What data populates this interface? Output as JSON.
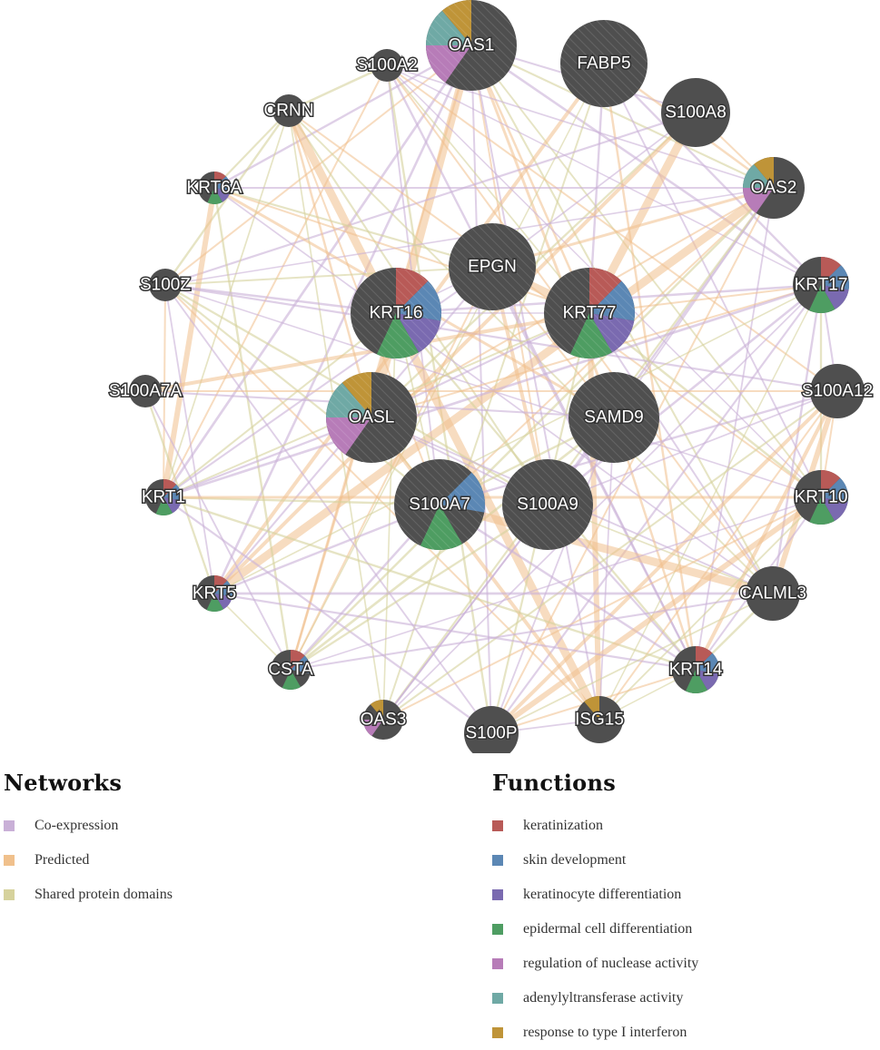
{
  "colors": {
    "node": "#4f4f4f",
    "keratinization": "#b85a57",
    "skin_development": "#5b87b4",
    "keratinocyte_differentiation": "#7a6ab0",
    "epidermal_cell_differentiation": "#4e9d62",
    "regulation_of_nuclease_activity": "#b77cb8",
    "adenylyltransferase_activity": "#6fa9a5",
    "response_to_type_I_interferon": "#bf9438",
    "coexpression": "#c9b0d7",
    "predicted": "#f0c08c",
    "shared_protein_domains": "#d6d29c"
  },
  "network": {
    "nodes": [
      {
        "id": "OAS1",
        "label": "OAS1",
        "functions": [
          "adenylyltransferase_activity",
          "response_to_type_I_interferon",
          "regulation_of_nuclease_activity"
        ]
      },
      {
        "id": "FABP5",
        "label": "FABP5",
        "functions": []
      },
      {
        "id": "S100A2",
        "label": "S100A2",
        "functions": []
      },
      {
        "id": "S100A8",
        "label": "S100A8",
        "functions": []
      },
      {
        "id": "CRNN",
        "label": "CRNN",
        "functions": []
      },
      {
        "id": "OAS2",
        "label": "OAS2",
        "functions": [
          "adenylyltransferase_activity",
          "response_to_type_I_interferon",
          "regulation_of_nuclease_activity"
        ]
      },
      {
        "id": "KRT6A",
        "label": "KRT6A",
        "functions": [
          "keratinization",
          "skin_development",
          "epidermal_cell_differentiation",
          "keratinocyte_differentiation"
        ]
      },
      {
        "id": "EPGN",
        "label": "EPGN",
        "functions": []
      },
      {
        "id": "S100Z",
        "label": "S100Z",
        "functions": []
      },
      {
        "id": "KRT16",
        "label": "KRT16",
        "functions": [
          "keratinization",
          "skin_development",
          "keratinocyte_differentiation",
          "epidermal_cell_differentiation"
        ]
      },
      {
        "id": "KRT77",
        "label": "KRT77",
        "functions": [
          "keratinization",
          "skin_development",
          "keratinocyte_differentiation",
          "epidermal_cell_differentiation"
        ]
      },
      {
        "id": "KRT17",
        "label": "KRT17",
        "functions": [
          "keratinization",
          "skin_development",
          "keratinocyte_differentiation",
          "epidermal_cell_differentiation"
        ]
      },
      {
        "id": "S100A7A",
        "label": "S100A7A",
        "functions": []
      },
      {
        "id": "OASL",
        "label": "OASL",
        "functions": [
          "adenylyltransferase_activity",
          "response_to_type_I_interferon",
          "regulation_of_nuclease_activity"
        ]
      },
      {
        "id": "SAMD9",
        "label": "SAMD9",
        "functions": []
      },
      {
        "id": "S100A12",
        "label": "S100A12",
        "functions": []
      },
      {
        "id": "KRT1",
        "label": "KRT1",
        "functions": [
          "keratinization",
          "skin_development",
          "keratinocyte_differentiation",
          "epidermal_cell_differentiation"
        ]
      },
      {
        "id": "S100A7",
        "label": "S100A7",
        "functions": [
          "skin_development",
          "epidermal_cell_differentiation"
        ]
      },
      {
        "id": "S100A9",
        "label": "S100A9",
        "functions": []
      },
      {
        "id": "KRT10",
        "label": "KRT10",
        "functions": [
          "keratinization",
          "skin_development",
          "keratinocyte_differentiation",
          "epidermal_cell_differentiation"
        ]
      },
      {
        "id": "KRT5",
        "label": "KRT5",
        "functions": [
          "keratinization",
          "skin_development",
          "keratinocyte_differentiation",
          "epidermal_cell_differentiation"
        ]
      },
      {
        "id": "CALML3",
        "label": "CALML3",
        "functions": []
      },
      {
        "id": "CSTA",
        "label": "CSTA",
        "functions": [
          "keratinization",
          "skin_development",
          "epidermal_cell_differentiation"
        ]
      },
      {
        "id": "KRT14",
        "label": "KRT14",
        "functions": [
          "keratinization",
          "skin_development",
          "keratinocyte_differentiation",
          "epidermal_cell_differentiation"
        ]
      },
      {
        "id": "OAS3",
        "label": "OAS3",
        "functions": [
          "response_to_type_I_interferon",
          "regulation_of_nuclease_activity"
        ]
      },
      {
        "id": "ISG15",
        "label": "ISG15",
        "functions": [
          "response_to_type_I_interferon"
        ]
      },
      {
        "id": "S100P",
        "label": "S100P",
        "functions": []
      }
    ]
  },
  "legend": {
    "networks": {
      "title": "Networks",
      "items": [
        {
          "key": "coexpression",
          "label": "Co-expression"
        },
        {
          "key": "predicted",
          "label": "Predicted"
        },
        {
          "key": "shared_protein_domains",
          "label": "Shared protein domains"
        }
      ]
    },
    "functions": {
      "title": "Functions",
      "items": [
        {
          "key": "keratinization",
          "label": "keratinization"
        },
        {
          "key": "skin_development",
          "label": "skin development"
        },
        {
          "key": "keratinocyte_differentiation",
          "label": "keratinocyte differentiation"
        },
        {
          "key": "epidermal_cell_differentiation",
          "label": "epidermal cell differentiation"
        },
        {
          "key": "regulation_of_nuclease_activity",
          "label": "regulation of nuclease activity"
        },
        {
          "key": "adenylyltransferase_activity",
          "label": "adenylyltransferase activity"
        },
        {
          "key": "response_to_type_I_interferon",
          "label": "response to type I interferon"
        }
      ]
    }
  }
}
